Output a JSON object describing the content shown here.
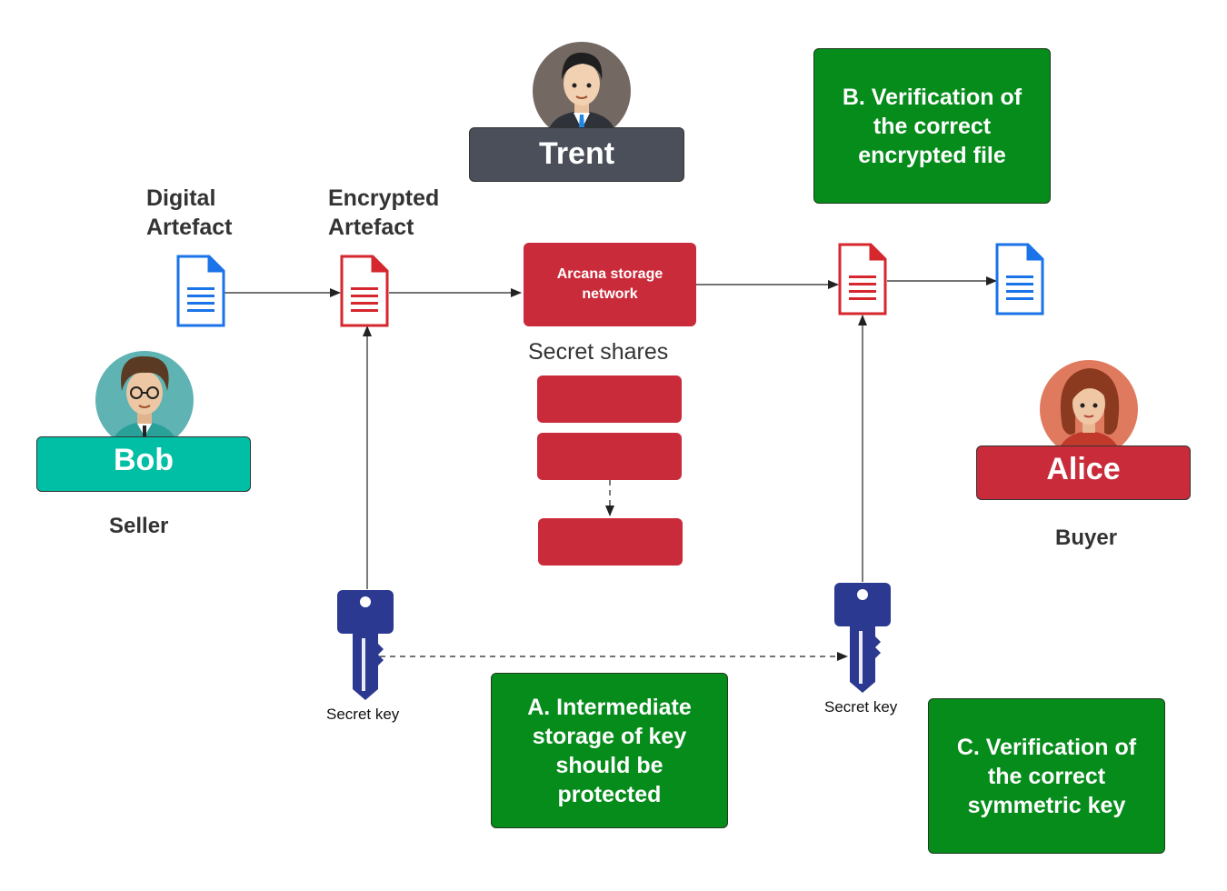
{
  "actors": {
    "trent": {
      "name": "Trent",
      "color": "#4a4f59"
    },
    "bob": {
      "name": "Bob",
      "color": "#00bfa5",
      "role": "Seller"
    },
    "alice": {
      "name": "Alice",
      "color": "#c92b3a",
      "role": "Buyer"
    }
  },
  "labels": {
    "digital_artefact": [
      "Digital",
      "Artefact"
    ],
    "encrypted_artefact": [
      "Encrypted",
      "Artefact"
    ],
    "storage": [
      "Arcana storage",
      "network"
    ],
    "secret_shares": "Secret shares",
    "secret_key_left": "Secret key",
    "secret_key_right": "Secret key"
  },
  "notes": {
    "a": [
      "A. Intermediate",
      "storage of key",
      "should be",
      "protected"
    ],
    "b": [
      "B. Verification of",
      "the correct",
      "encrypted file"
    ],
    "c": [
      "C. Verification of",
      "the correct",
      "symmetric key"
    ]
  },
  "colors": {
    "doc_blue": "#1a73e8",
    "doc_red": "#d6262e",
    "key_navy": "#2b3990",
    "note_green": "#058c1a",
    "share_red": "#c92b3a"
  }
}
